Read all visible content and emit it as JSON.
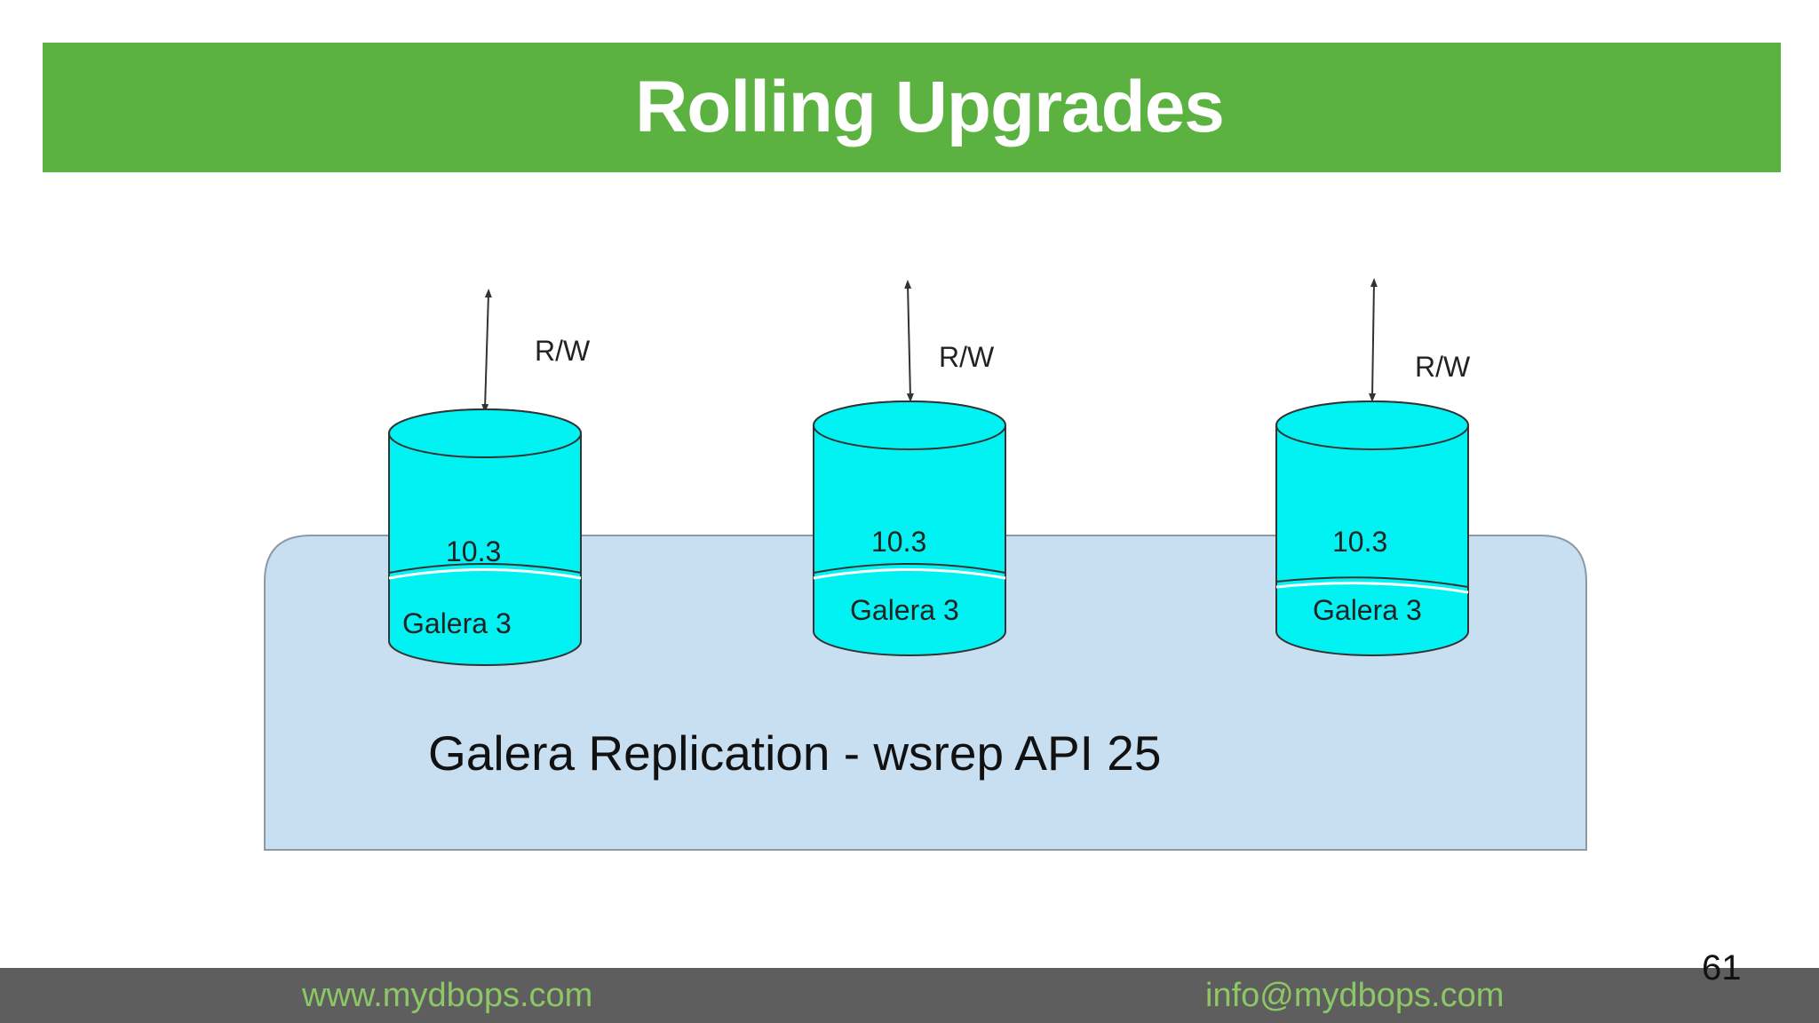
{
  "slide": {
    "title": "Rolling Upgrades",
    "page_number": "61"
  },
  "diagram": {
    "platform_label": "Galera Replication - wsrep API 25",
    "nodes": [
      {
        "arrow_label": "R/W",
        "version": "10.3",
        "engine": "Galera 3"
      },
      {
        "arrow_label": "R/W",
        "version": "10.3",
        "engine": "Galera 3"
      },
      {
        "arrow_label": "R/W",
        "version": "10.3",
        "engine": "Galera 3"
      }
    ],
    "colors": {
      "cylinder_fill": "#00f2f2",
      "platform_fill": "#c8dff2",
      "title_bar": "#5bb240",
      "footer_bar": "#5e5e5e",
      "footer_text": "#8cc766"
    }
  },
  "footer": {
    "website": "www.mydbops.com",
    "email": "info@mydbops.com"
  }
}
